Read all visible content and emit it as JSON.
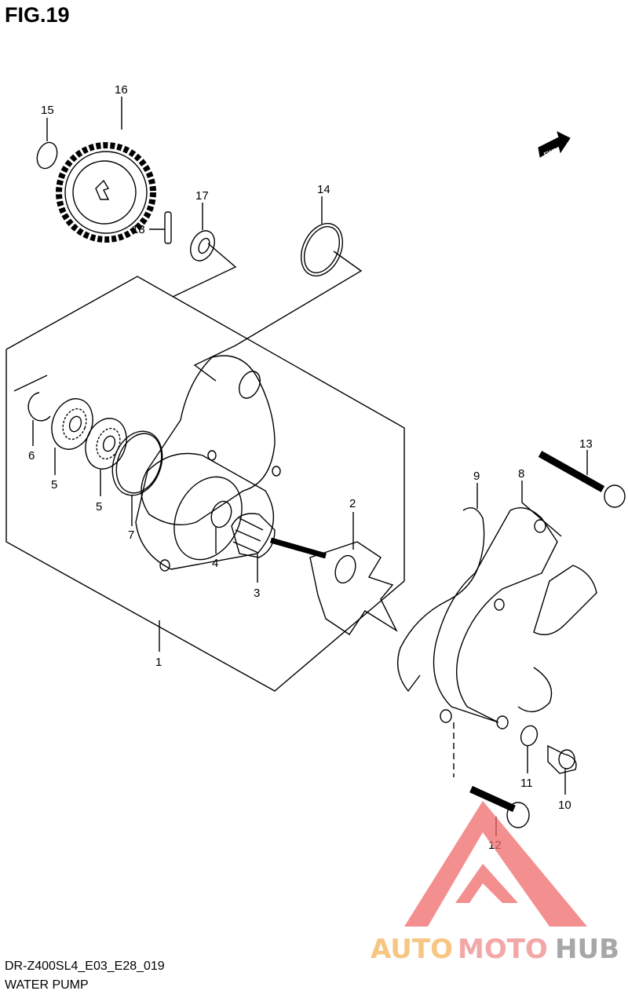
{
  "figure": {
    "title": "FIG.19",
    "code": "DR-Z400SL4_E03_E28_019",
    "name": "WATER PUMP"
  },
  "fwd_label": "FWD",
  "callouts": [
    "1",
    "2",
    "3",
    "4",
    "5",
    "5",
    "6",
    "7",
    "8",
    "9",
    "10",
    "11",
    "12",
    "13",
    "14",
    "15",
    "16",
    "17",
    "18"
  ],
  "watermark": {
    "part1": "AUTO",
    "part2": "MOTO",
    "part3": "HUB",
    "colors": {
      "auto": "#f5b45a",
      "moto": "#f08a8a",
      "hub": "#8a8a8a",
      "triangle": "#f06a6a"
    }
  }
}
